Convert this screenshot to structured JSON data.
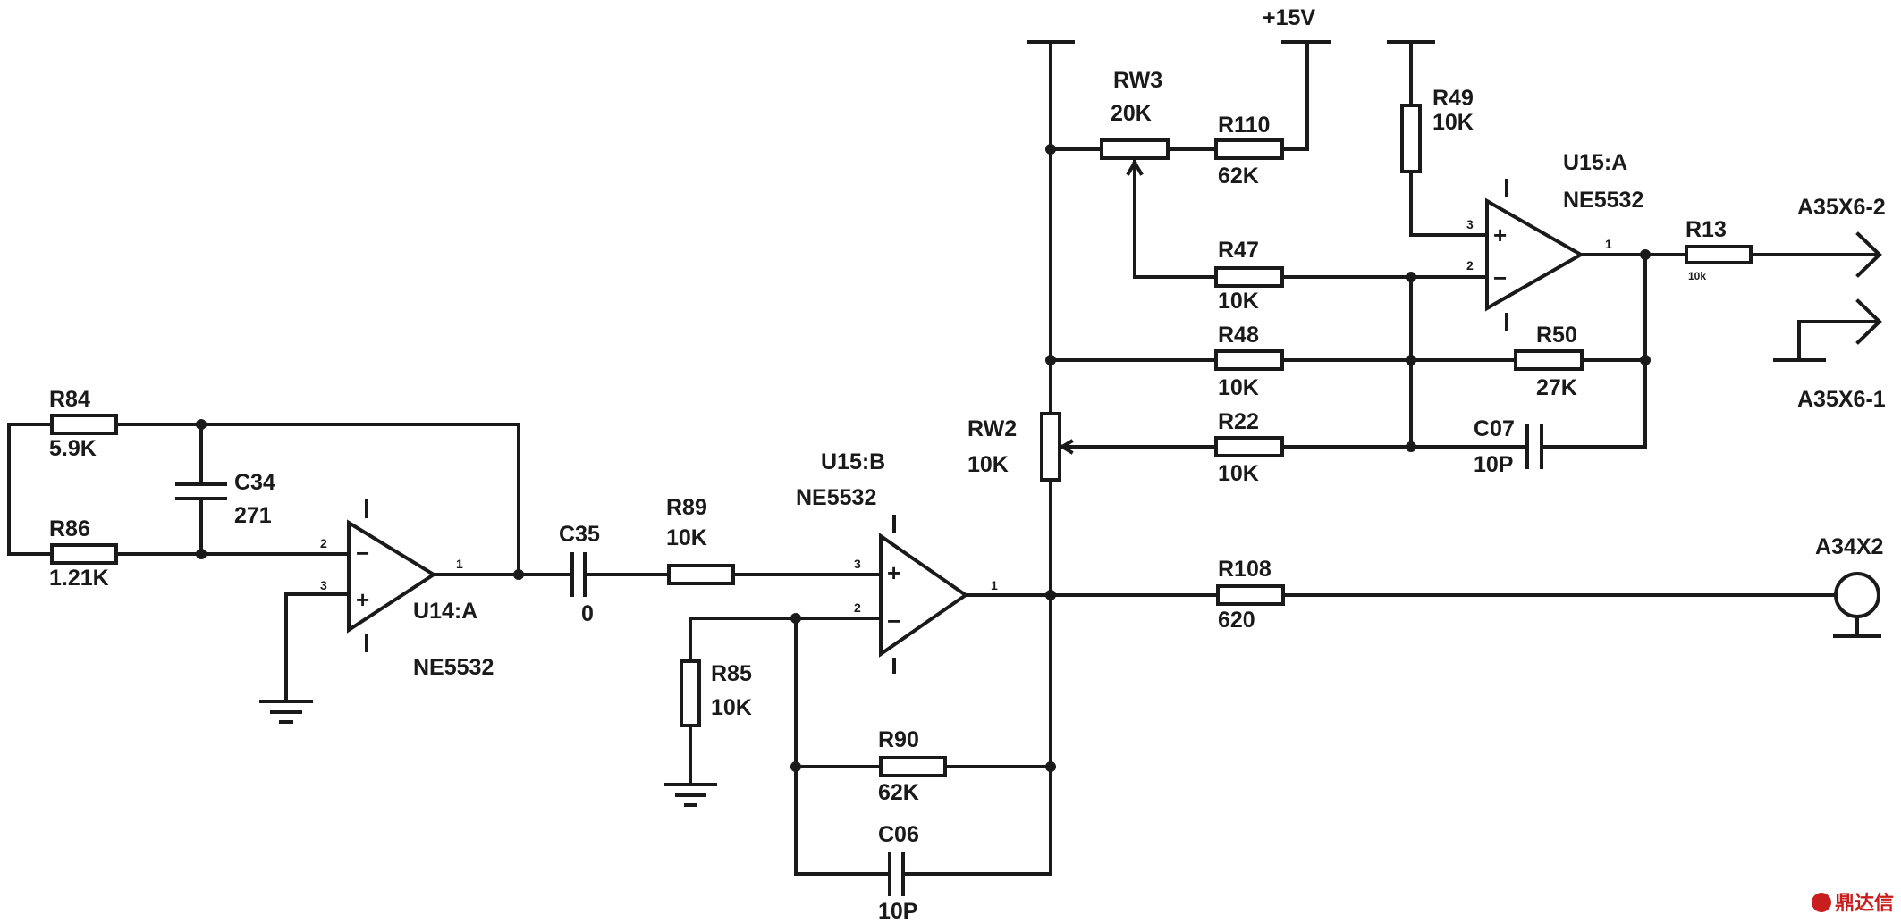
{
  "supply": "+15V",
  "connectors": {
    "out2": "A35X6-2",
    "out1": "A35X6-1",
    "bnc": "A34X2"
  },
  "opamps": {
    "u14a": {
      "ref": "U14:A",
      "part": "NE5532",
      "pin_inv": "2",
      "pin_noninv": "3",
      "pin_out": "1"
    },
    "u15b": {
      "ref": "U15:B",
      "part": "NE5532",
      "pin_noninv": "3",
      "pin_inv": "2",
      "pin_out": "1"
    },
    "u15a": {
      "ref": "U15:A",
      "part": "NE5532",
      "pin_noninv": "3",
      "pin_inv": "2",
      "pin_out": "1"
    }
  },
  "components": {
    "r84": {
      "ref": "R84",
      "value": "5.9K"
    },
    "r86": {
      "ref": "R86",
      "value": "1.21K"
    },
    "c34": {
      "ref": "C34",
      "value": "271"
    },
    "c35": {
      "ref": "C35",
      "value": "0"
    },
    "r89": {
      "ref": "R89",
      "value": "10K"
    },
    "r85": {
      "ref": "R85",
      "value": "10K"
    },
    "r90": {
      "ref": "R90",
      "value": "62K"
    },
    "c06": {
      "ref": "C06",
      "value": "10P"
    },
    "rw2": {
      "ref": "RW2",
      "value": "10K"
    },
    "rw3": {
      "ref": "RW3",
      "value": "20K"
    },
    "r110": {
      "ref": "R110",
      "value": "62K"
    },
    "r49": {
      "ref": "R49",
      "value": "10K"
    },
    "r47": {
      "ref": "R47",
      "value": "10K"
    },
    "r48": {
      "ref": "R48",
      "value": "10K"
    },
    "r50": {
      "ref": "R50",
      "value": "27K"
    },
    "r22": {
      "ref": "R22",
      "value": "10K"
    },
    "c07": {
      "ref": "C07",
      "value": "10P"
    },
    "r13": {
      "ref": "R13",
      "value": "10k"
    },
    "r108": {
      "ref": "R108",
      "value": "620"
    }
  },
  "watermark": "鼎达信"
}
